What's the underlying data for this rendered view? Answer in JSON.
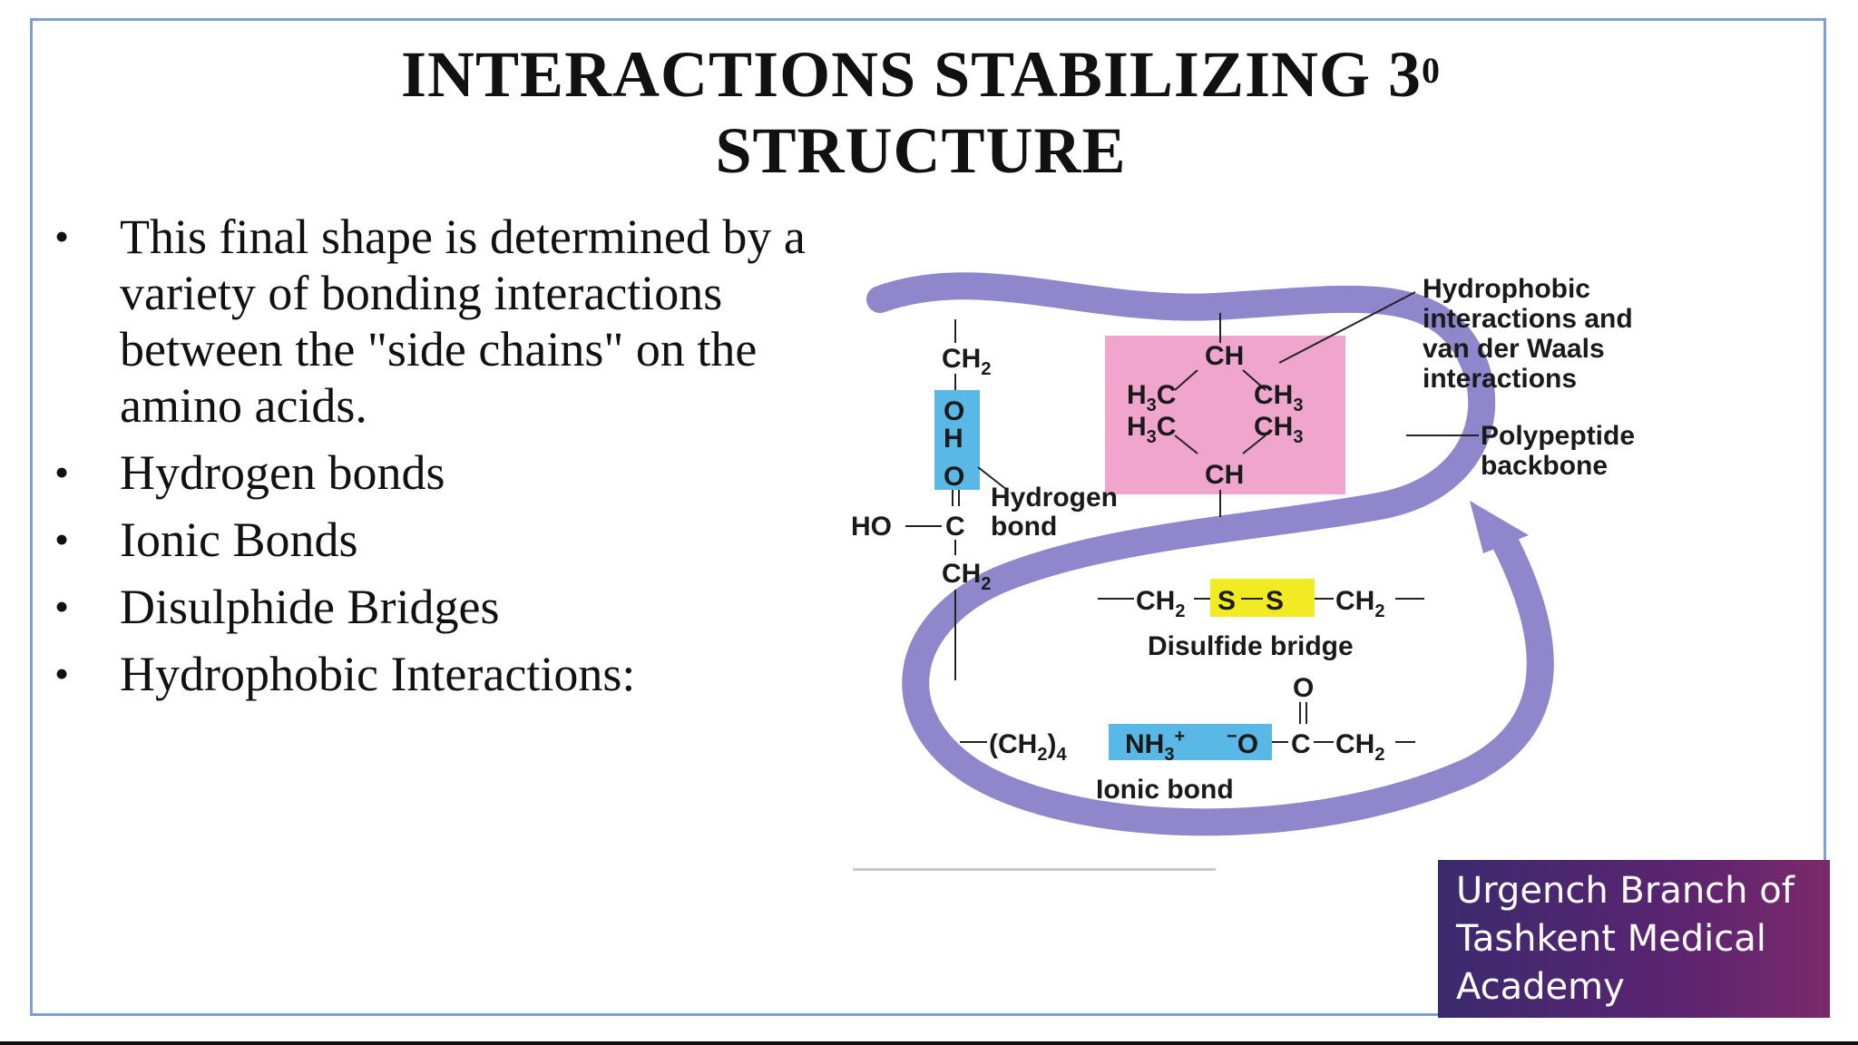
{
  "slide": {
    "title_line1": "INTERACTIONS STABILIZING 3",
    "title_sup": "0",
    "title_line2": "STRUCTURE",
    "bullets": [
      "This final shape is determined by a variety of bonding interactions between the \"side chains\" on the amino acids.",
      "Hydrogen bonds",
      "Ionic Bonds",
      "Disulphide Bridges",
      "Hydrophobic Interactions:"
    ],
    "bullet_symbol": "•"
  },
  "diagram": {
    "labels": {
      "hydrophobic": [
        "Hydrophobic",
        "interactions and",
        "van der Waals",
        "interactions"
      ],
      "backbone": [
        "Polypeptide",
        "backbone"
      ],
      "hydrogen_bond": [
        "Hydrogen",
        "bond"
      ],
      "disulfide_bridge": "Disulfide bridge",
      "ionic_bond": "Ionic bond"
    },
    "hydrogen_bond_chain": {
      "top_ch2": "CH",
      "o1": "O",
      "h": "H",
      "o2": "O",
      "ho": "HO",
      "c": "C",
      "bottom_ch2": "CH"
    },
    "hydrophobic_box": {
      "ch_top": "CH",
      "h3c_1": "H",
      "ch3_1": "CH",
      "h3c_2": "H",
      "ch3_2": "CH",
      "ch_bottom": "CH"
    },
    "disulfide_row": {
      "ch2_left": "CH",
      "s1": "S",
      "s2": "S",
      "ch2_right": "CH"
    },
    "ionic_row": {
      "ch2_4": "(CH",
      "nh3": "NH",
      "o_minus": "O",
      "o_top": "O",
      "c": "C",
      "ch2_right": "CH"
    },
    "colors": {
      "backbone": "#8f86cc",
      "hydrophobic_box": "#f0a6cc",
      "hydrogen_box": "#5ab8e6",
      "disulfide_box": "#f2ea22",
      "ionic_box": "#5ab8e6"
    }
  },
  "brand": {
    "lines": [
      "Urgench Branch of",
      "Tashkent Medical",
      "Academy"
    ],
    "bg_color": "#4a2870"
  }
}
